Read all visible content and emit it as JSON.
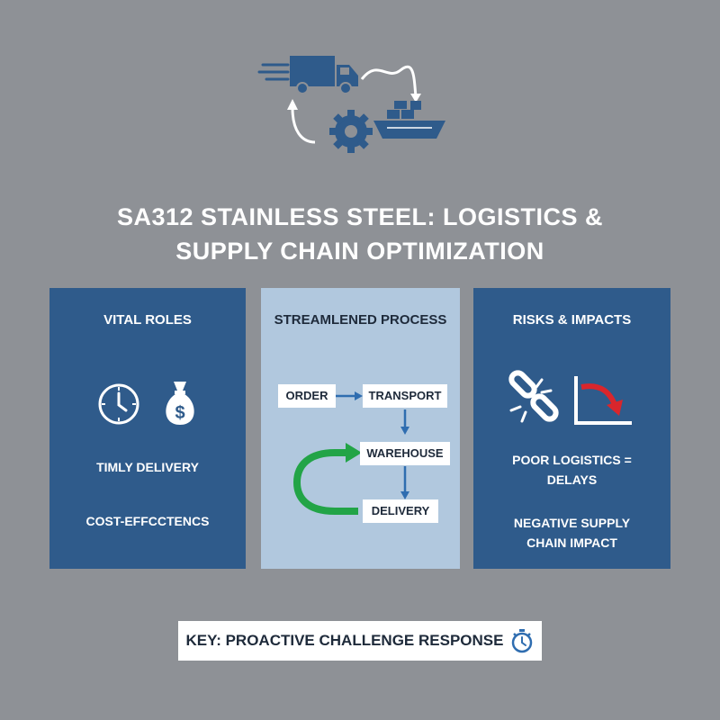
{
  "title": {
    "line1": "SA312 STAINLESS STEEL: LOGISTICS &",
    "line2": "SUPPLY CHAIN OPTIMIZATION"
  },
  "hero": {
    "icons": [
      "truck-icon",
      "gear-icon",
      "ship-icon",
      "cycle-arrows-icon"
    ]
  },
  "panels": {
    "vital": {
      "title": "VITAL ROLES",
      "item1": "TIMLY DELIVERY",
      "item2": "COST-EFFCCTENCS",
      "icons": [
        "clock-icon",
        "money-bag-icon"
      ]
    },
    "process": {
      "title": "STREAMLENED PROCESS",
      "steps": [
        "ORDER",
        "TRANSPORT",
        "WAREHOUSE",
        "DELIVERY"
      ]
    },
    "risks": {
      "title": "RISKS & IMPACTS",
      "item1_line1": "POOR LOGISTICS =",
      "item1_line2": "DELAYS",
      "item2_line1": "NEGATIVE SUPPLY",
      "item2_line2": "CHAIN IMPACT",
      "icons": [
        "broken-chain-icon",
        "declining-chart-icon"
      ]
    }
  },
  "key": {
    "label": "KEY: PROACTIVE CHALLENGE RESPONSE",
    "icon": "stopwatch-icon"
  },
  "colors": {
    "background": "#8e9196",
    "panel_dark": "#2f5b8b",
    "panel_light": "#b1c8de",
    "accent_green": "#22a447",
    "accent_red": "#d9262c",
    "arrow_blue": "#2f6db0"
  }
}
